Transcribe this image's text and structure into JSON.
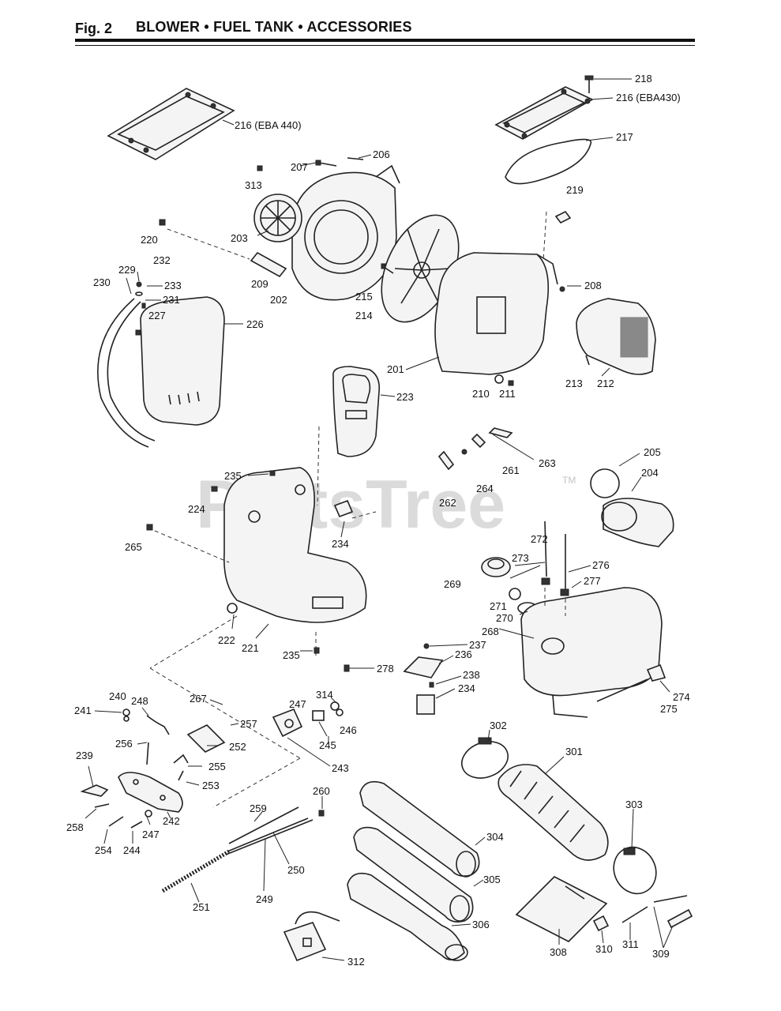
{
  "header": {
    "fig_label": "Fig. 2",
    "title": "BLOWER • FUEL TANK • ACCESSORIES"
  },
  "watermark": {
    "text": "PartsTree",
    "tm": "TM"
  },
  "callouts": [
    {
      "id": "c218",
      "text": "218"
    },
    {
      "id": "c216a",
      "text": "216 (EBA430)"
    },
    {
      "id": "c216b",
      "text": "216 (EBA 440)"
    },
    {
      "id": "c217",
      "text": "217"
    },
    {
      "id": "c206",
      "text": "206"
    },
    {
      "id": "c207",
      "text": "207"
    },
    {
      "id": "c313",
      "text": "313"
    },
    {
      "id": "c219",
      "text": "219"
    },
    {
      "id": "c220",
      "text": "220"
    },
    {
      "id": "c203",
      "text": "203"
    },
    {
      "id": "c232",
      "text": "232"
    },
    {
      "id": "c229",
      "text": "229"
    },
    {
      "id": "c230",
      "text": "230"
    },
    {
      "id": "c233",
      "text": "233"
    },
    {
      "id": "c231",
      "text": "231"
    },
    {
      "id": "c227",
      "text": "227"
    },
    {
      "id": "c226",
      "text": "226"
    },
    {
      "id": "c209",
      "text": "209"
    },
    {
      "id": "c202",
      "text": "202"
    },
    {
      "id": "c215",
      "text": "215"
    },
    {
      "id": "c214",
      "text": "214"
    },
    {
      "id": "c208",
      "text": "208"
    },
    {
      "id": "c201",
      "text": "201"
    },
    {
      "id": "c210",
      "text": "210"
    },
    {
      "id": "c211",
      "text": "211"
    },
    {
      "id": "c213",
      "text": "213"
    },
    {
      "id": "c212",
      "text": "212"
    },
    {
      "id": "c223",
      "text": "223"
    },
    {
      "id": "c263",
      "text": "263"
    },
    {
      "id": "c205",
      "text": "205"
    },
    {
      "id": "c261",
      "text": "261"
    },
    {
      "id": "c264",
      "text": "264"
    },
    {
      "id": "c262",
      "text": "262"
    },
    {
      "id": "c204",
      "text": "204"
    },
    {
      "id": "c235a",
      "text": "235"
    },
    {
      "id": "c224",
      "text": "224"
    },
    {
      "id": "c234a",
      "text": "234"
    },
    {
      "id": "c265",
      "text": "265"
    },
    {
      "id": "c272",
      "text": "272"
    },
    {
      "id": "c273",
      "text": "273"
    },
    {
      "id": "c276",
      "text": "276"
    },
    {
      "id": "c269",
      "text": "269"
    },
    {
      "id": "c277",
      "text": "277"
    },
    {
      "id": "c271",
      "text": "271"
    },
    {
      "id": "c270",
      "text": "270"
    },
    {
      "id": "c268",
      "text": "268"
    },
    {
      "id": "c222",
      "text": "222"
    },
    {
      "id": "c221",
      "text": "221"
    },
    {
      "id": "c235b",
      "text": "235"
    },
    {
      "id": "c237",
      "text": "237"
    },
    {
      "id": "c236",
      "text": "236"
    },
    {
      "id": "c278",
      "text": "278"
    },
    {
      "id": "c238",
      "text": "238"
    },
    {
      "id": "c234b",
      "text": "234"
    },
    {
      "id": "c274",
      "text": "274"
    },
    {
      "id": "c275",
      "text": "275"
    },
    {
      "id": "c240",
      "text": "240"
    },
    {
      "id": "c241",
      "text": "241"
    },
    {
      "id": "c248",
      "text": "248"
    },
    {
      "id": "c267",
      "text": "267"
    },
    {
      "id": "c314",
      "text": "314"
    },
    {
      "id": "c247a",
      "text": "247"
    },
    {
      "id": "c246",
      "text": "246"
    },
    {
      "id": "c257",
      "text": "257"
    },
    {
      "id": "c256",
      "text": "256"
    },
    {
      "id": "c252",
      "text": "252"
    },
    {
      "id": "c245",
      "text": "245"
    },
    {
      "id": "c302",
      "text": "302"
    },
    {
      "id": "c239",
      "text": "239"
    },
    {
      "id": "c255",
      "text": "255"
    },
    {
      "id": "c243",
      "text": "243"
    },
    {
      "id": "c301",
      "text": "301"
    },
    {
      "id": "c253",
      "text": "253"
    },
    {
      "id": "c260",
      "text": "260"
    },
    {
      "id": "c303",
      "text": "303"
    },
    {
      "id": "c258",
      "text": "258"
    },
    {
      "id": "c242",
      "text": "242"
    },
    {
      "id": "c259",
      "text": "259"
    },
    {
      "id": "c247b",
      "text": "247"
    },
    {
      "id": "c254",
      "text": "254"
    },
    {
      "id": "c244",
      "text": "244"
    },
    {
      "id": "c304",
      "text": "304"
    },
    {
      "id": "c250",
      "text": "250"
    },
    {
      "id": "c305",
      "text": "305"
    },
    {
      "id": "c249",
      "text": "249"
    },
    {
      "id": "c251",
      "text": "251"
    },
    {
      "id": "c306",
      "text": "306"
    },
    {
      "id": "c308",
      "text": "308"
    },
    {
      "id": "c310",
      "text": "310"
    },
    {
      "id": "c311",
      "text": "311"
    },
    {
      "id": "c309",
      "text": "309"
    },
    {
      "id": "c312",
      "text": "312"
    }
  ]
}
